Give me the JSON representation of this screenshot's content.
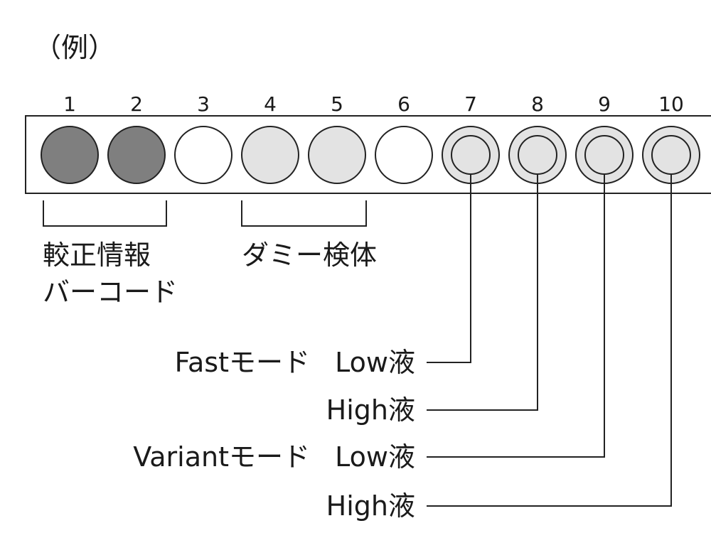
{
  "example_label": "（例）",
  "positions": [
    {
      "number": "1",
      "kind": "calibration"
    },
    {
      "number": "2",
      "kind": "calibration"
    },
    {
      "number": "3",
      "kind": "empty"
    },
    {
      "number": "4",
      "kind": "dummy"
    },
    {
      "number": "5",
      "kind": "dummy"
    },
    {
      "number": "6",
      "kind": "empty"
    },
    {
      "number": "7",
      "kind": "control"
    },
    {
      "number": "8",
      "kind": "control"
    },
    {
      "number": "9",
      "kind": "control"
    },
    {
      "number": "10",
      "kind": "control"
    }
  ],
  "groups": {
    "calibration": {
      "line1": "較正情報",
      "line2": "バーコード"
    },
    "dummy": {
      "line1": "ダミー検体"
    }
  },
  "modes": [
    {
      "mode": "Fastモード",
      "level": "Low液",
      "position": "7"
    },
    {
      "mode": "",
      "level": "High液",
      "position": "8"
    },
    {
      "mode": "Variantモード",
      "level": "Low液",
      "position": "9"
    },
    {
      "mode": "",
      "level": "High液",
      "position": "10"
    }
  ],
  "colors": {
    "calibration_fill": "#7f7f7f",
    "dummy_fill": "#e3e3e3",
    "empty_fill": "#ffffff",
    "control_fill": "#e3e3e3",
    "stroke": "#222222"
  }
}
